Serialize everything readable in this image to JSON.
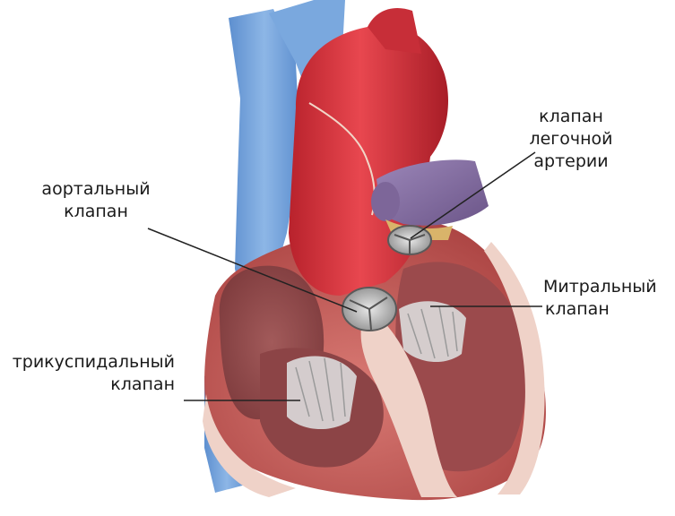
{
  "labels": {
    "aortic": [
      "аортальный",
      "клапан"
    ],
    "pulmonary": [
      "клапан",
      "легочной",
      "артерии"
    ],
    "mitral": [
      "Митральный",
      "клапан"
    ],
    "tricuspid": [
      "трикуспидальный",
      "клапан"
    ]
  },
  "colors": {
    "vena_cava": "#6f9fd8",
    "aorta": "#d8323c",
    "pulmonary_artery": "#8a6fa8",
    "myocardium": "#c9585a",
    "chamber_interior": "#e8b9b0",
    "valve": "#c8c8c8",
    "leader_line": "#222222"
  }
}
